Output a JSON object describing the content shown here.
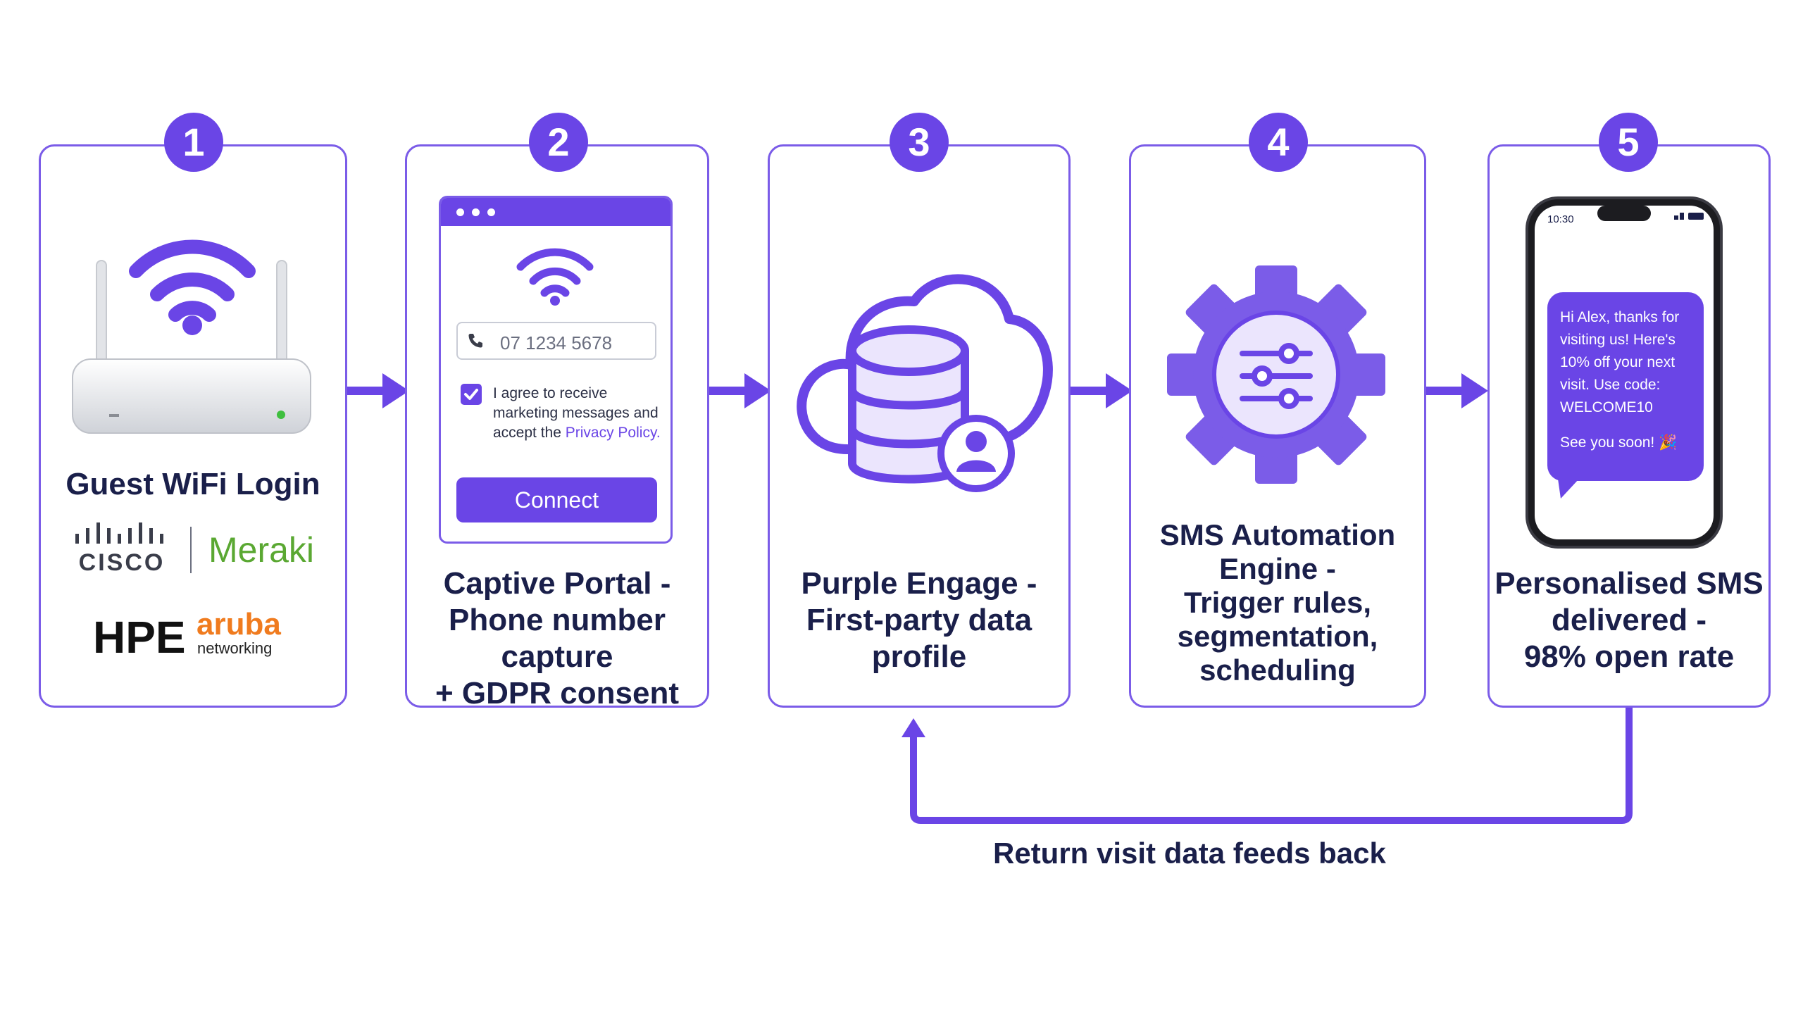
{
  "steps": [
    {
      "number": "1",
      "title": "Guest WiFi Login"
    },
    {
      "number": "2",
      "title_lines": [
        "Captive Portal -",
        "Phone number capture",
        "+ GDPR consent"
      ]
    },
    {
      "number": "3",
      "title_lines": [
        "Purple Engage -",
        "First-party data",
        "profile"
      ]
    },
    {
      "number": "4",
      "title_lines": [
        "SMS Automation",
        "Engine -",
        "Trigger rules,",
        "segmentation,",
        "scheduling"
      ]
    },
    {
      "number": "5",
      "title_lines": [
        "Personalised SMS",
        "delivered -",
        "98% open rate"
      ]
    }
  ],
  "logos": {
    "cisco": "CISCO",
    "meraki": "Meraki",
    "hpe": "HPE",
    "aruba": "aruba",
    "aruba_sub": "networking"
  },
  "portal": {
    "phone_value": "07 1234 5678",
    "consent_text": "I agree to receive marketing messages and accept the",
    "privacy_link": "Privacy Policy.",
    "connect_label": "Connect"
  },
  "phone": {
    "time": "10:30",
    "message": "Hi Alex, thanks for visiting us! Here's 10% off your next visit. Use code: WELCOME10",
    "signoff": "See you soon! 🎉"
  },
  "feedback_label": "Return visit data feeds back",
  "colors": {
    "accent": "#6a45e6",
    "border": "#7b5ce8",
    "text": "#1a1f4a",
    "light_purple": "#ebe5fd"
  },
  "icons": [
    "router-icon",
    "wifi-icon",
    "phone-icon",
    "checkbox-icon",
    "cloud-database-icon",
    "user-icon",
    "gear-icon",
    "sliders-icon",
    "smartphone-icon"
  ]
}
